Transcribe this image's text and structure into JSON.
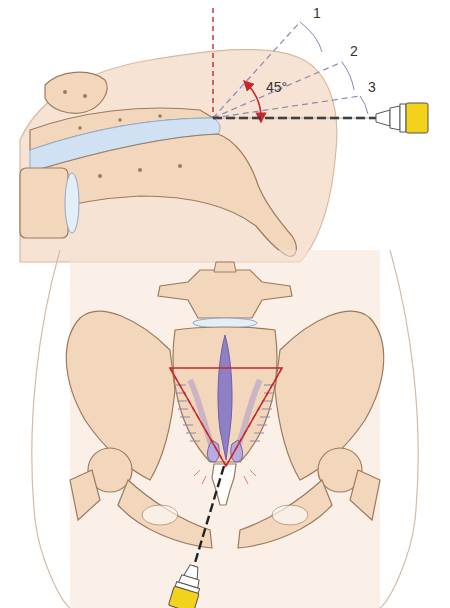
{
  "diagram": {
    "labels": [
      "1",
      "2",
      "3",
      "45°"
    ]
  }
}
